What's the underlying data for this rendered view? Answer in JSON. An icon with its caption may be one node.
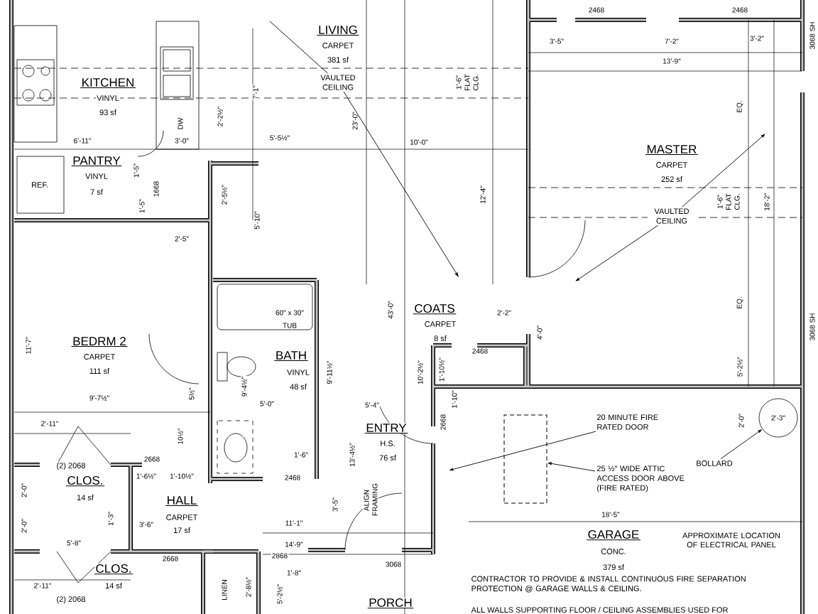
{
  "diagram": {
    "nodes": [
      {
        "text": [
          "VAULTED CEILING"
        ]
      },
      {
        "text": [
          "VAULTED CEILING"
        ]
      },
      {
        "text": [
          "20 MINUTE FIRE RATED DOOR"
        ]
      },
      {
        "text": [
          "25 ½\" WIDE ATTIC ACCESS DOOR ABOVE (FIRE RATED)"
        ]
      },
      {
        "text": [],
        "shape": "box"
      },
      {
        "text": [
          "BOLLARD"
        ]
      },
      {
        "text": [
          "2'-3\""
        ]
      }
    ],
    "edges": [
      {
        "from": 0,
        "to": null,
        "arrow": "none"
      },
      {
        "from": 0,
        "to": null,
        "arrow": "to"
      },
      {
        "from": 1,
        "to": null,
        "arrow": "to"
      },
      {
        "from": 1,
        "to": null,
        "arrow": "to"
      },
      {
        "from": 2,
        "to": null,
        "arrow": "to"
      },
      {
        "from": 3,
        "to": 4,
        "arrow": "to"
      },
      {
        "from": 5,
        "to": 6,
        "arrow": "to"
      }
    ],
    "labels": [
      "LIVING",
      "CARPET",
      "381 sf",
      "KITCHEN",
      "VINYL",
      "93 sf",
      "7'-1\"",
      "1'-6\" FLAT CLG.",
      "23'-0\"",
      "6'-11\"",
      "DW",
      "3'-0\"",
      "2'-2½\"",
      "5'-5½\"",
      "10'-0\"",
      "PANTRY",
      "VINYL",
      "7 sf",
      "REF.",
      "1'-5\"",
      "1668",
      "1'-5\"",
      "2'-5½\"",
      "5'-10\"",
      "12'-4\"",
      "2'-5\"",
      "2468",
      "2468",
      "3'-5\"",
      "7'-2\"",
      "3'-2\"",
      "3068 SH",
      "13'-9\"",
      "EQ.",
      "MASTER",
      "CARPET",
      "252 sf",
      "1'-6\" FLAT CLG.",
      "18'-2\"",
      "EQ.",
      "60\" x 30\"",
      "TUB",
      "BEDRM 2",
      "CARPET",
      "111 sf",
      "11'-7\"",
      "BATH",
      "VINYL",
      "48 sf",
      "COATS",
      "CARPET",
      "8 sf",
      "2'-2\"",
      "4'-0\"",
      "2468",
      "3068 SH",
      "43'-0\"",
      "9'-11½\"",
      "10'-2½\"",
      "1'-10½\"",
      "9'-7½\"",
      "5½\"",
      "9'-4½\"",
      "5'-0\"",
      "5'-2½\"",
      "5'-4\"",
      "1'-10\"",
      "ENTRY",
      "H.S.",
      "76 sf",
      "2668",
      "2'-11\"",
      "(2) 2068",
      "CLOS.",
      "14 sf",
      "2668",
      "10½\"",
      "1'-6½\"",
      "1'-10½\"",
      "2'-0\"",
      "HALL",
      "CARPET",
      "17 sf",
      "3'-6\"",
      "2'-0\"",
      "1'-3\"",
      "1'-6\"",
      "2468",
      "13'-4½\"",
      "ALIGN FRAMING",
      "3'-5\"",
      "11'-1\"",
      "5'-8\"",
      "14'-9\"",
      "2868",
      "2668",
      "3068",
      "CLOS.",
      "2'-11\"",
      "14 sf",
      "1'-8\"",
      "(2) 2068",
      "LINEN",
      "2'-8½\"",
      "5'-2½\"",
      "PORCH",
      "2'-0\"",
      "18'-5\"",
      "GARAGE",
      "CONC.",
      "379 sf",
      "APPROXIMATE LOCATION OF ELECTRICAL PANEL",
      "CONTRACTOR TO PROVIDE & INSTALL CONTINUOUS FIRE SEPARATION PROTECTION @ GARAGE WALLS & CEILING.",
      "ALL WALLS SUPPORTING FLOOR / CEILING ASSEMBLIES USED FOR"
    ]
  }
}
